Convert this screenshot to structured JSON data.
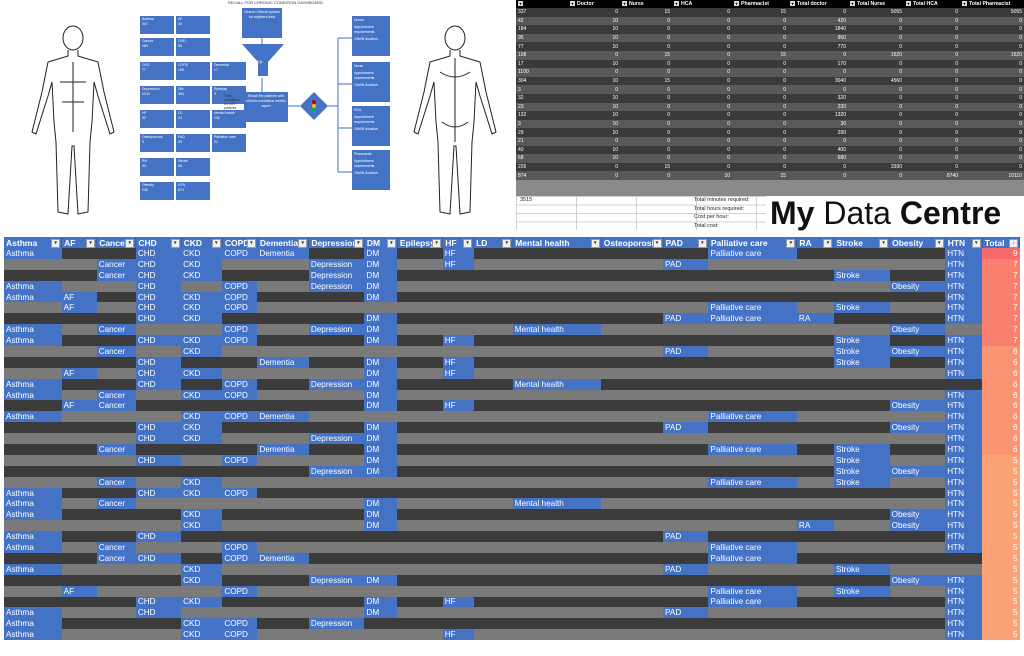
{
  "diagram": {
    "title": "RECALL FOR CHRONIC CONDITION DASHBOARD",
    "condition_tiles": [
      {
        "name": "Asthma",
        "count": "447"
      },
      {
        "name": "AF",
        "count": "34"
      },
      {
        "name": "Cancer",
        "count": "184"
      },
      {
        "name": "CHD",
        "count": "85"
      },
      {
        "name": "CKD",
        "count": "77"
      },
      {
        "name": "COPD",
        "count": "108"
      },
      {
        "name": "Dementia",
        "count": "17"
      },
      {
        "name": "Depression",
        "count": "1100"
      },
      {
        "name": "DM",
        "count": "304"
      },
      {
        "name": "Epilepsy",
        "count": "3"
      },
      {
        "name": "HF",
        "count": "32"
      },
      {
        "name": "LD",
        "count": "23"
      },
      {
        "name": "Mental health",
        "count": "132"
      },
      {
        "name": "Osteoporosis",
        "count": "3"
      },
      {
        "name": "PAD",
        "count": "29"
      },
      {
        "name": "Palliative care",
        "count": "21"
      },
      {
        "name": "RA",
        "count": "40"
      },
      {
        "name": "Stroke",
        "count": "68"
      },
      {
        "name": "Obesity",
        "count": "226"
      },
      {
        "name": "HTN",
        "count": "874"
      }
    ],
    "flow_top": "Search Clinical system for registers data",
    "flow_funnel": "SQL",
    "flow_result": "Recall the patients with chronic conditions weekly report",
    "flow_side": "Total conditions on LOT patients",
    "role_boxes": [
      {
        "role": "Doctor",
        "line1": "Appointment requirements",
        "line2": "15MIN duration"
      },
      {
        "role": "Nurse",
        "line1": "Appointment requirements",
        "line2": "10MIN duration"
      },
      {
        "role": "HCA",
        "line1": "Appointment requirements",
        "line2": "15MIN duration"
      },
      {
        "role": "Pharmacist",
        "line1": "Appointment requirements",
        "line2": "15MIN duration"
      }
    ]
  },
  "summary": {
    "columns": [
      "Doctor",
      "Nurse",
      "HCA",
      "Pharmacist",
      "Total doctor",
      "Total Nurse",
      "Total HCA",
      "Total Pharmacist"
    ],
    "rows": [
      [
        "337",
        "0",
        "15",
        "0",
        "15",
        "0",
        "5055",
        "0",
        "5055"
      ],
      [
        "42",
        "10",
        "0",
        "0",
        "0",
        "420",
        "0",
        "0",
        "0"
      ],
      [
        "184",
        "10",
        "0",
        "0",
        "0",
        "1840",
        "0",
        "0",
        "0"
      ],
      [
        "95",
        "10",
        "0",
        "0",
        "0",
        "950",
        "0",
        "0",
        "0"
      ],
      [
        "77",
        "10",
        "0",
        "0",
        "0",
        "770",
        "0",
        "0",
        "0"
      ],
      [
        "108",
        "0",
        "15",
        "0",
        "15",
        "0",
        "1620",
        "0",
        "1620"
      ],
      [
        "17",
        "10",
        "0",
        "0",
        "0",
        "170",
        "0",
        "0",
        "0"
      ],
      [
        "1100",
        "0",
        "0",
        "0",
        "0",
        "0",
        "0",
        "0",
        "0"
      ],
      [
        "304",
        "10",
        "15",
        "0",
        "0",
        "3040",
        "4560",
        "0",
        "0"
      ],
      [
        "3",
        "0",
        "0",
        "0",
        "0",
        "0",
        "0",
        "0",
        "0"
      ],
      [
        "32",
        "10",
        "0",
        "0",
        "0",
        "320",
        "0",
        "0",
        "0"
      ],
      [
        "23",
        "10",
        "0",
        "0",
        "0",
        "230",
        "0",
        "0",
        "0"
      ],
      [
        "132",
        "10",
        "0",
        "0",
        "0",
        "1320",
        "0",
        "0",
        "0"
      ],
      [
        "3",
        "10",
        "0",
        "0",
        "0",
        "30",
        "0",
        "0",
        "0"
      ],
      [
        "29",
        "10",
        "0",
        "0",
        "0",
        "290",
        "0",
        "0",
        "0"
      ],
      [
        "21",
        "0",
        "0",
        "0",
        "0",
        "0",
        "0",
        "0",
        "0"
      ],
      [
        "40",
        "10",
        "0",
        "0",
        "0",
        "400",
        "0",
        "0",
        "0"
      ],
      [
        "68",
        "10",
        "0",
        "0",
        "0",
        "680",
        "0",
        "0",
        "0"
      ],
      [
        "226",
        "0",
        "15",
        "0",
        "0",
        "0",
        "3390",
        "0",
        "0"
      ],
      [
        "874",
        "0",
        "0",
        "10",
        "15",
        "0",
        "0",
        "8740",
        "10110"
      ]
    ],
    "footer": {
      "value": "3515",
      "labels": [
        "Total minutes required:",
        "Total hours required:",
        "Cost per hour:",
        "Total cost:"
      ]
    }
  },
  "brand": {
    "my": "My",
    "data": "Data",
    "centre": "Centre"
  },
  "conditions": {
    "columns": [
      "Asthma",
      "AF",
      "Cancer",
      "CHD",
      "CKD",
      "COPD",
      "Dementia",
      "Depression",
      "DM",
      "Epilepsy",
      "HF",
      "LD",
      "Mental health",
      "Osteoporosis",
      "PAD",
      "Palliative care",
      "RA",
      "Stroke",
      "Obesity",
      "HTN",
      "Total"
    ],
    "rows": [
      {
        "c": [
          "Asthma",
          "",
          "",
          "CHD",
          "CKD",
          "COPD",
          "Dementia",
          "",
          "DM",
          "",
          "HF",
          "",
          "",
          "",
          "",
          "Palliative care",
          "",
          "",
          "",
          "HTN"
        ],
        "t": "9"
      },
      {
        "c": [
          "",
          "",
          "Cancer",
          "CHD",
          "CKD",
          "",
          "",
          "Depression",
          "DM",
          "",
          "HF",
          "",
          "",
          "",
          "PAD",
          "",
          "",
          "",
          "",
          "HTN"
        ],
        "t": "7"
      },
      {
        "c": [
          "",
          "",
          "Cancer",
          "CHD",
          "CKD",
          "",
          "",
          "Depression",
          "DM",
          "",
          "",
          "",
          "",
          "",
          "",
          "",
          "",
          "Stroke",
          "",
          "HTN"
        ],
        "t": "7"
      },
      {
        "c": [
          "Asthma",
          "",
          "",
          "CHD",
          "",
          "COPD",
          "",
          "Depression",
          "DM",
          "",
          "",
          "",
          "",
          "",
          "",
          "",
          "",
          "",
          "Obesity",
          "HTN"
        ],
        "t": "7"
      },
      {
        "c": [
          "Asthma",
          "AF",
          "",
          "CHD",
          "CKD",
          "COPD",
          "",
          "",
          "DM",
          "",
          "",
          "",
          "",
          "",
          "",
          "",
          "",
          "",
          "",
          "HTN"
        ],
        "t": "7"
      },
      {
        "c": [
          "",
          "AF",
          "",
          "CHD",
          "CKD",
          "COPD",
          "",
          "",
          "",
          "",
          "",
          "",
          "",
          "",
          "",
          "Palliative care",
          "",
          "Stroke",
          "",
          "HTN"
        ],
        "t": "7"
      },
      {
        "c": [
          "",
          "",
          "",
          "CHD",
          "CKD",
          "",
          "",
          "",
          "DM",
          "",
          "",
          "",
          "",
          "",
          "PAD",
          "Palliative care",
          "RA",
          "",
          "",
          "HTN"
        ],
        "t": "7"
      },
      {
        "c": [
          "Asthma",
          "",
          "Cancer",
          "",
          "",
          "COPD",
          "",
          "Depression",
          "DM",
          "",
          "",
          "",
          "Mental health",
          "",
          "",
          "",
          "",
          "",
          "Obesity",
          ""
        ],
        "t": "7"
      },
      {
        "c": [
          "Asthma",
          "",
          "",
          "CHD",
          "CKD",
          "COPD",
          "",
          "",
          "DM",
          "",
          "HF",
          "",
          "",
          "",
          "",
          "",
          "",
          "Stroke",
          "",
          "HTN"
        ],
        "t": "7"
      },
      {
        "c": [
          "",
          "",
          "Cancer",
          "",
          "CKD",
          "",
          "",
          "",
          "",
          "",
          "",
          "",
          "",
          "",
          "PAD",
          "",
          "",
          "Stroke",
          "Obesity",
          "HTN"
        ],
        "t": "6"
      },
      {
        "c": [
          "",
          "",
          "",
          "CHD",
          "",
          "",
          "Dementia",
          "",
          "DM",
          "",
          "HF",
          "",
          "",
          "",
          "",
          "",
          "",
          "Stroke",
          "",
          "HTN"
        ],
        "t": "6"
      },
      {
        "c": [
          "",
          "AF",
          "",
          "CHD",
          "CKD",
          "",
          "",
          "",
          "DM",
          "",
          "HF",
          "",
          "",
          "",
          "",
          "",
          "",
          "",
          "",
          "HTN"
        ],
        "t": "6"
      },
      {
        "c": [
          "Asthma",
          "",
          "",
          "CHD",
          "",
          "COPD",
          "",
          "Depression",
          "DM",
          "",
          "",
          "",
          "Mental health",
          "",
          "",
          "",
          "",
          "",
          "",
          ""
        ],
        "t": "6"
      },
      {
        "c": [
          "Asthma",
          "",
          "Cancer",
          "",
          "CKD",
          "COPD",
          "",
          "",
          "DM",
          "",
          "",
          "",
          "",
          "",
          "",
          "",
          "",
          "",
          "",
          "HTN"
        ],
        "t": "6"
      },
      {
        "c": [
          "",
          "AF",
          "Cancer",
          "",
          "",
          "",
          "",
          "",
          "DM",
          "",
          "HF",
          "",
          "",
          "",
          "",
          "",
          "",
          "",
          "Obesity",
          "HTN"
        ],
        "t": "6"
      },
      {
        "c": [
          "Asthma",
          "",
          "",
          "",
          "CKD",
          "COPD",
          "Dementia",
          "",
          "",
          "",
          "",
          "",
          "",
          "",
          "",
          "Palliative care",
          "",
          "",
          "",
          "HTN"
        ],
        "t": "6"
      },
      {
        "c": [
          "",
          "",
          "",
          "CHD",
          "CKD",
          "",
          "",
          "",
          "DM",
          "",
          "",
          "",
          "",
          "",
          "PAD",
          "",
          "",
          "",
          "Obesity",
          "HTN"
        ],
        "t": "6"
      },
      {
        "c": [
          "",
          "",
          "",
          "CHD",
          "CKD",
          "",
          "",
          "Depression",
          "DM",
          "",
          "",
          "",
          "",
          "",
          "",
          "",
          "",
          "",
          "",
          "HTN"
        ],
        "t": "6"
      },
      {
        "c": [
          "",
          "",
          "Cancer",
          "",
          "",
          "",
          "Dementia",
          "",
          "DM",
          "",
          "",
          "",
          "",
          "",
          "",
          "Palliative care",
          "",
          "Stroke",
          "",
          "HTN"
        ],
        "t": "6"
      },
      {
        "c": [
          "",
          "",
          "",
          "CHD",
          "",
          "COPD",
          "",
          "",
          "DM",
          "",
          "",
          "",
          "",
          "",
          "",
          "",
          "",
          "Stroke",
          "",
          "HTN"
        ],
        "t": "5"
      },
      {
        "c": [
          "",
          "",
          "",
          "",
          "",
          "",
          "",
          "Depression",
          "DM",
          "",
          "",
          "",
          "",
          "",
          "",
          "",
          "",
          "Stroke",
          "Obesity",
          "HTN"
        ],
        "t": "5"
      },
      {
        "c": [
          "",
          "",
          "Cancer",
          "",
          "CKD",
          "",
          "",
          "",
          "",
          "",
          "",
          "",
          "",
          "",
          "",
          "Palliative care",
          "",
          "Stroke",
          "",
          "HTN"
        ],
        "t": "5"
      },
      {
        "c": [
          "Asthma",
          "",
          "",
          "CHD",
          "CKD",
          "COPD",
          "",
          "",
          "",
          "",
          "",
          "",
          "",
          "",
          "",
          "",
          "",
          "",
          "",
          "HTN"
        ],
        "t": "5"
      },
      {
        "c": [
          "Asthma",
          "",
          "Cancer",
          "",
          "",
          "",
          "",
          "",
          "DM",
          "",
          "",
          "",
          "Mental health",
          "",
          "",
          "",
          "",
          "",
          "",
          "HTN"
        ],
        "t": "5"
      },
      {
        "c": [
          "Asthma",
          "",
          "",
          "",
          "CKD",
          "",
          "",
          "",
          "DM",
          "",
          "",
          "",
          "",
          "",
          "",
          "",
          "",
          "",
          "Obesity",
          "HTN"
        ],
        "t": "5"
      },
      {
        "c": [
          "",
          "",
          "",
          "",
          "CKD",
          "",
          "",
          "",
          "DM",
          "",
          "",
          "",
          "",
          "",
          "",
          "",
          "RA",
          "",
          "Obesity",
          "HTN"
        ],
        "t": "5"
      },
      {
        "c": [
          "Asthma",
          "",
          "",
          "CHD",
          "",
          "",
          "",
          "",
          "",
          "",
          "",
          "",
          "",
          "",
          "PAD",
          "",
          "",
          "",
          "",
          "HTN"
        ],
        "t": "5"
      },
      {
        "c": [
          "Asthma",
          "",
          "Cancer",
          "",
          "",
          "COPD",
          "",
          "",
          "",
          "",
          "",
          "",
          "",
          "",
          "",
          "Palliative care",
          "",
          "",
          "",
          "HTN"
        ],
        "t": "5"
      },
      {
        "c": [
          "",
          "",
          "Cancer",
          "CHD",
          "",
          "COPD",
          "Dementia",
          "",
          "",
          "",
          "",
          "",
          "",
          "",
          "",
          "Palliative care",
          "",
          "",
          "",
          ""
        ],
        "t": "5"
      },
      {
        "c": [
          "Asthma",
          "",
          "",
          "",
          "CKD",
          "",
          "",
          "",
          "",
          "",
          "",
          "",
          "",
          "",
          "PAD",
          "",
          "",
          "Stroke",
          "",
          ""
        ],
        "t": "5"
      },
      {
        "c": [
          "",
          "",
          "",
          "",
          "CKD",
          "",
          "",
          "Depression",
          "DM",
          "",
          "",
          "",
          "",
          "",
          "",
          "",
          "",
          "",
          "Obesity",
          "HTN"
        ],
        "t": "5"
      },
      {
        "c": [
          "",
          "AF",
          "",
          "",
          "",
          "COPD",
          "",
          "",
          "",
          "",
          "",
          "",
          "",
          "",
          "",
          "Palliative care",
          "",
          "Stroke",
          "",
          "HTN"
        ],
        "t": "5"
      },
      {
        "c": [
          "",
          "",
          "",
          "CHD",
          "CKD",
          "",
          "",
          "",
          "DM",
          "",
          "HF",
          "",
          "",
          "",
          "",
          "Palliative care",
          "",
          "",
          "",
          "HTN"
        ],
        "t": "5"
      },
      {
        "c": [
          "Asthma",
          "",
          "",
          "CHD",
          "",
          "",
          "",
          "",
          "DM",
          "",
          "",
          "",
          "",
          "",
          "PAD",
          "",
          "",
          "",
          "",
          "HTN"
        ],
        "t": "5"
      },
      {
        "c": [
          "Asthma",
          "",
          "",
          "",
          "CKD",
          "COPD",
          "",
          "Depression",
          "",
          "",
          "",
          "",
          "",
          "",
          "",
          "",
          "",
          "",
          "",
          "HTN"
        ],
        "t": "5"
      },
      {
        "c": [
          "Asthma",
          "",
          "",
          "",
          "CKD",
          "COPD",
          "",
          "",
          "",
          "",
          "HF",
          "",
          "",
          "",
          "",
          "",
          "",
          "",
          "",
          "HTN"
        ],
        "t": "5"
      }
    ]
  },
  "colors": {
    "accent": "#4472c4",
    "header_black": "#000000",
    "dark_row": "#3b3b3b",
    "light_row": "#7a7a7a",
    "total_hot": "#f8696b",
    "total_warm": "#fba276"
  }
}
